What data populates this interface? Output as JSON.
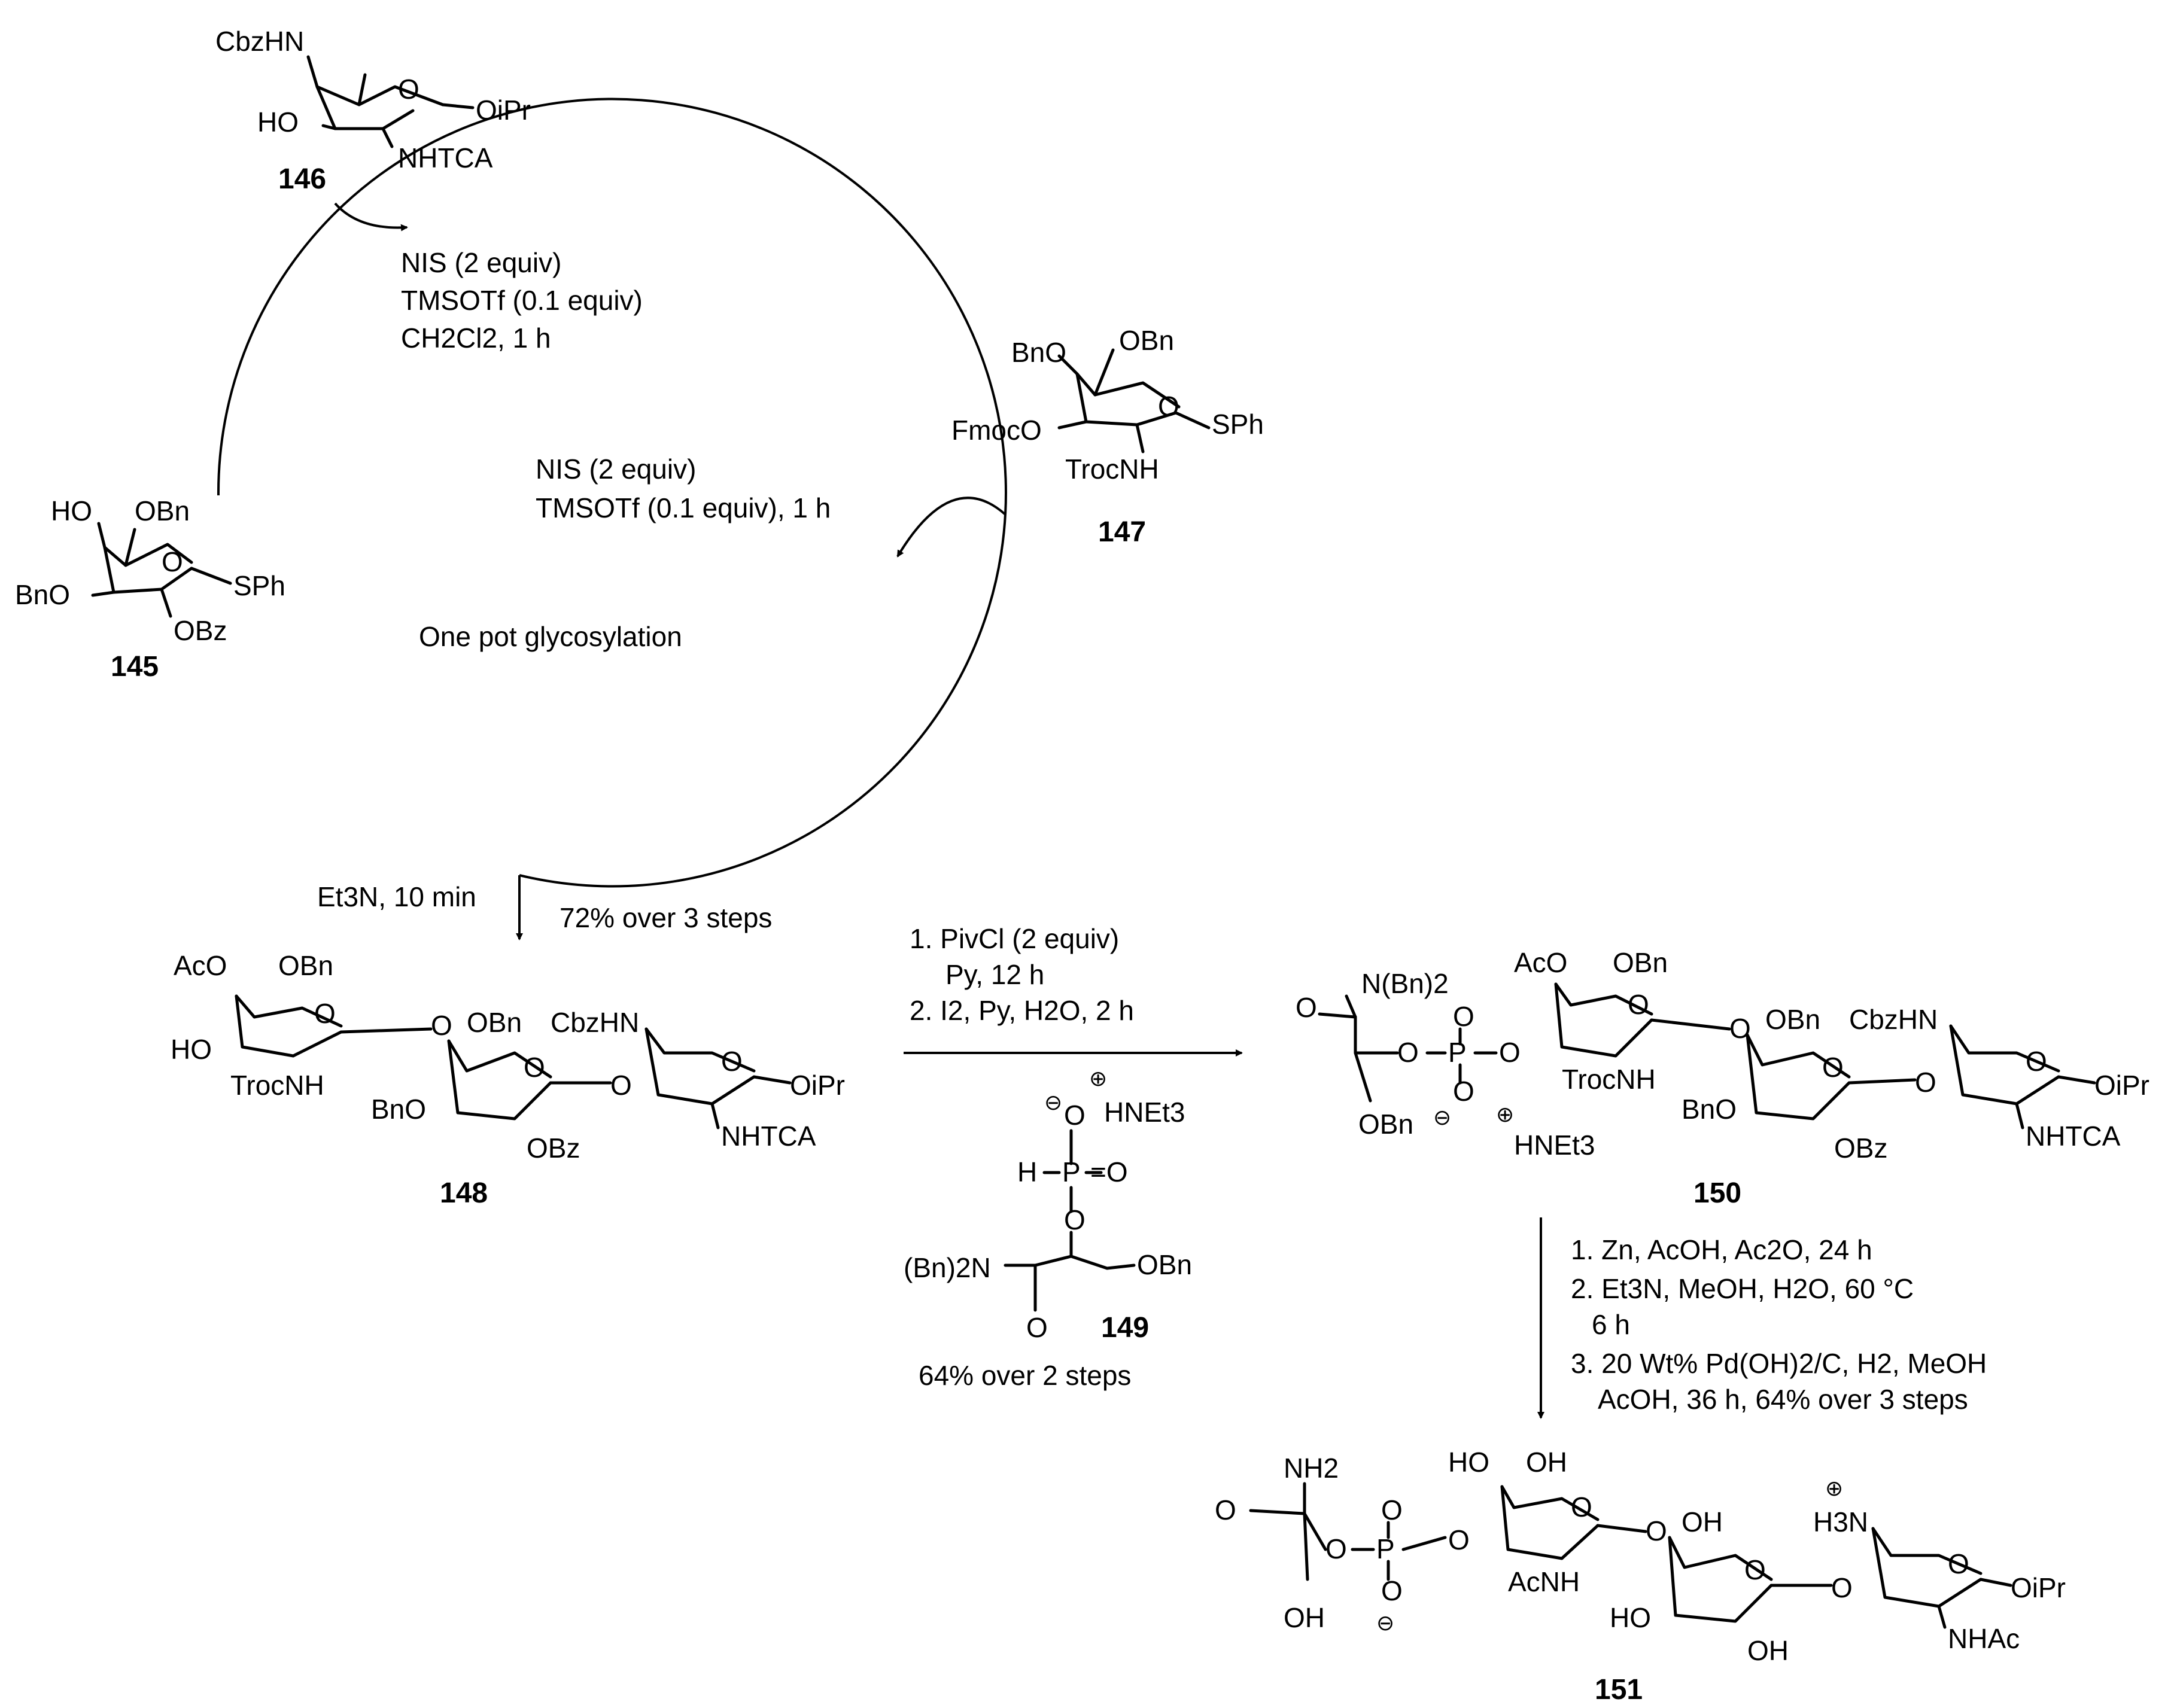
{
  "compounds": {
    "c145": {
      "id": "145",
      "labels": [
        "HO",
        "OBn",
        "O",
        "BnO",
        "SPh",
        "OBz"
      ]
    },
    "c146": {
      "id": "146",
      "labels": [
        "CbzHN",
        "HO",
        "O",
        "OiPr",
        "NHTCA"
      ]
    },
    "c147": {
      "id": "147",
      "labels": [
        "BnO",
        "OBn",
        "O",
        "FmocO",
        "SPh",
        "TrocNH"
      ]
    },
    "c148": {
      "id": "148",
      "labels": [
        "AcO",
        "OBn",
        "O",
        "HO",
        "TrocNH",
        "O",
        "OBn",
        "CbzHN",
        "O",
        "BnO",
        "O",
        "OBz",
        "O",
        "OiPr",
        "NHTCA"
      ]
    },
    "c149": {
      "id": "149",
      "labels": [
        "O",
        "H",
        "P",
        "=O",
        "O",
        "(Bn)2N",
        "OBn",
        "O",
        "HNEt3"
      ]
    },
    "c150": {
      "id": "150",
      "labels": [
        "N(Bn)2",
        "O",
        "O",
        "P",
        "O",
        "O",
        "O",
        "AcO",
        "OBn",
        "O",
        "TrocNH",
        "O",
        "OBn",
        "CbzHN",
        "O",
        "BnO",
        "O",
        "OBz",
        "O",
        "OiPr",
        "NHTCA",
        "OBn",
        "HNEt3"
      ]
    },
    "c151": {
      "id": "151",
      "labels": [
        "NH2",
        "O",
        "O",
        "P",
        "O",
        "O",
        "O",
        "HO",
        "OH",
        "O",
        "AcNH",
        "O",
        "OH",
        "H3N",
        "O",
        "HO",
        "O",
        "OH",
        "O",
        "OiPr",
        "NHAc",
        "OH"
      ]
    }
  },
  "conditions": {
    "cycle_a": [
      "NIS (2 equiv)",
      "TMSOTf (0.1 equiv)",
      "CH2Cl2, 1 h"
    ],
    "cycle_b": [
      "NIS (2 equiv)",
      "TMSOTf (0.1 equiv), 1 h"
    ],
    "cycle_center": "One pot glycosylation",
    "step_et3n": "Et3N, 10 min",
    "yield_148": "72% over 3 steps",
    "to_150": [
      "1. PivCl (2 equiv)",
      "Py, 12 h",
      "2. I2, Py, H2O, 2 h"
    ],
    "yield_150": "64% over 2 steps",
    "to_151": [
      "1. Zn, AcOH, Ac2O, 24 h",
      "2. Et3N, MeOH, H2O, 60 °C",
      "6 h",
      "3. 20 Wt% Pd(OH)2/C, H2, MeOH",
      "AcOH, 36 h, 64% over 3 steps"
    ]
  }
}
